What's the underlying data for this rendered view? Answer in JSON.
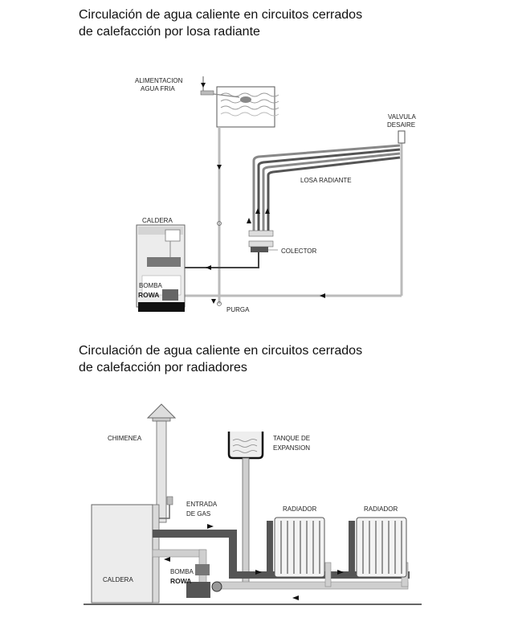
{
  "diagram1": {
    "title_line1": "Circulación de agua caliente en circuitos cerrados",
    "title_line2": "de calefacción por losa radiante",
    "label_alimentacion_1": "ALIMENTACION",
    "label_alimentacion_2": "AGUA FRIA",
    "label_valvula_1": "VALVULA",
    "label_valvula_2": "DESAIRE",
    "label_losa": "LOSA RADIANTE",
    "label_caldera": "CALDERA",
    "label_colector": "COLECTOR",
    "label_bomba": "BOMBA",
    "label_rowa": "ROWA",
    "label_purga": "PURGA"
  },
  "diagram2": {
    "title_line1": "Circulación de agua caliente en circuitos cerrados",
    "title_line2": "de calefacción por radiadores",
    "label_chimenea": "CHIMENEA",
    "label_tanque_1": "TANQUE DE",
    "label_tanque_2": "EXPANSION",
    "label_entrada_1": "ENTRADA",
    "label_entrada_2": "DE GAS",
    "label_radiador_1": "RADIADOR",
    "label_radiador_2": "RADIADOR",
    "label_caldera": "CALDERA",
    "label_bomba": "BOMBA",
    "label_rowa": "ROWA"
  },
  "colors": {
    "pipe_light": "#c9c9c9",
    "pipe_dark": "#4a4a4a",
    "outline": "#555555"
  }
}
